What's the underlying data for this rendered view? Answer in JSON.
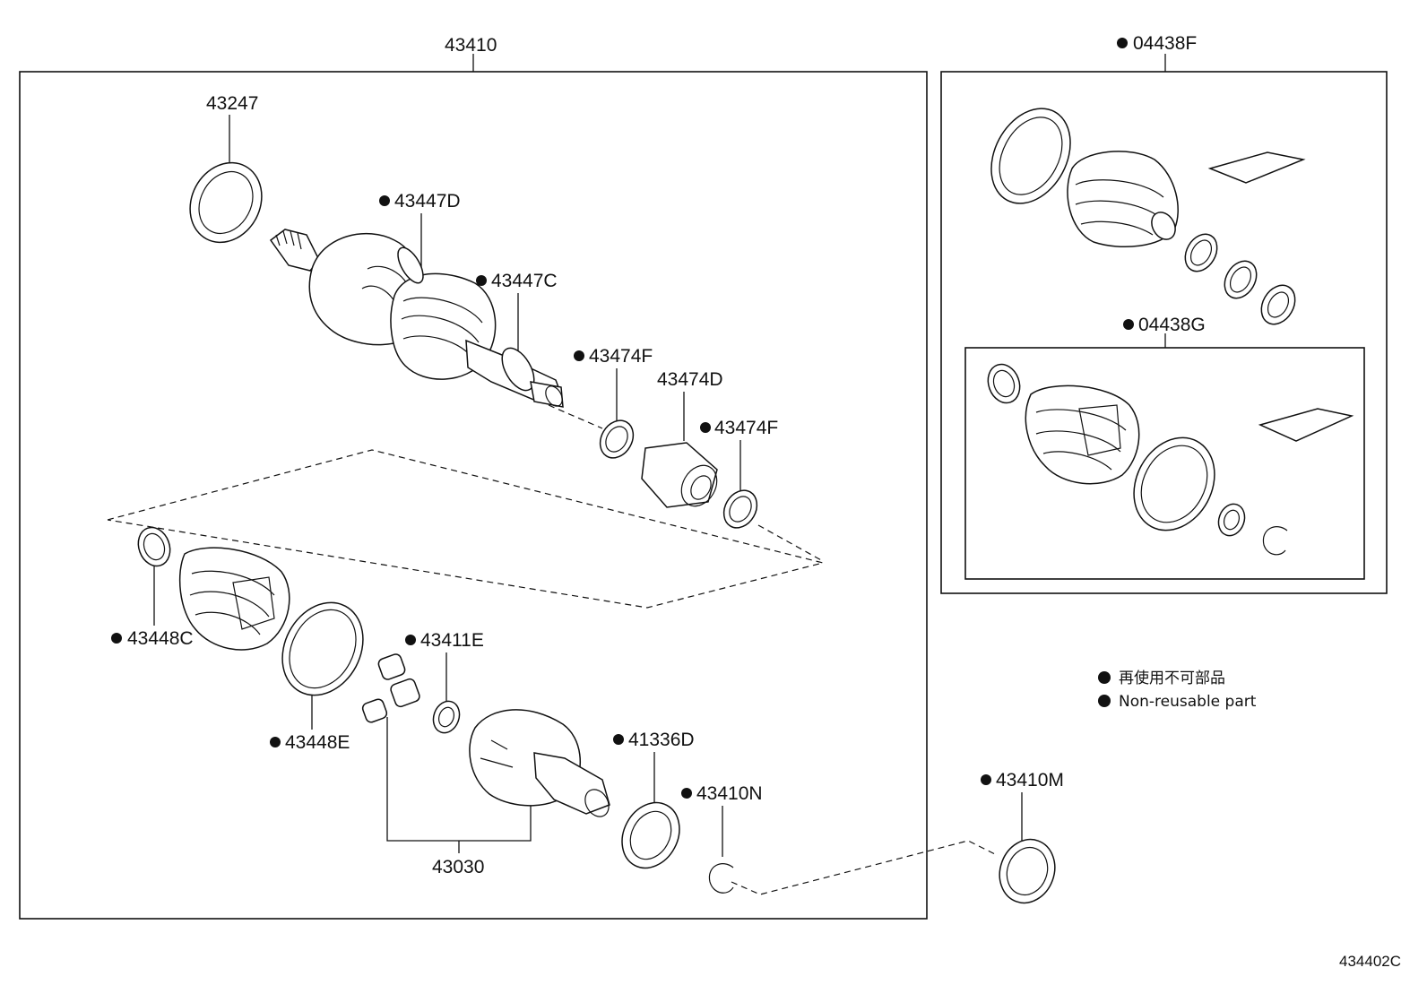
{
  "labels": {
    "assembly": "43410",
    "p43247": "43247",
    "p43447D": "43447D",
    "p43447C": "43447C",
    "p43474F_a": "43474F",
    "p43474D": "43474D",
    "p43474F_b": "43474F",
    "p43448C": "43448C",
    "p43411E": "43411E",
    "p43448E": "43448E",
    "p41336D": "41336D",
    "p43410N": "43410N",
    "p43030": "43030",
    "p43410M": "43410M",
    "kit04438F": "04438F",
    "kit04438G": "04438G"
  },
  "legend": {
    "line1": "再使用不可部品",
    "line2": "Non-reusable part"
  },
  "reference": "434402C"
}
